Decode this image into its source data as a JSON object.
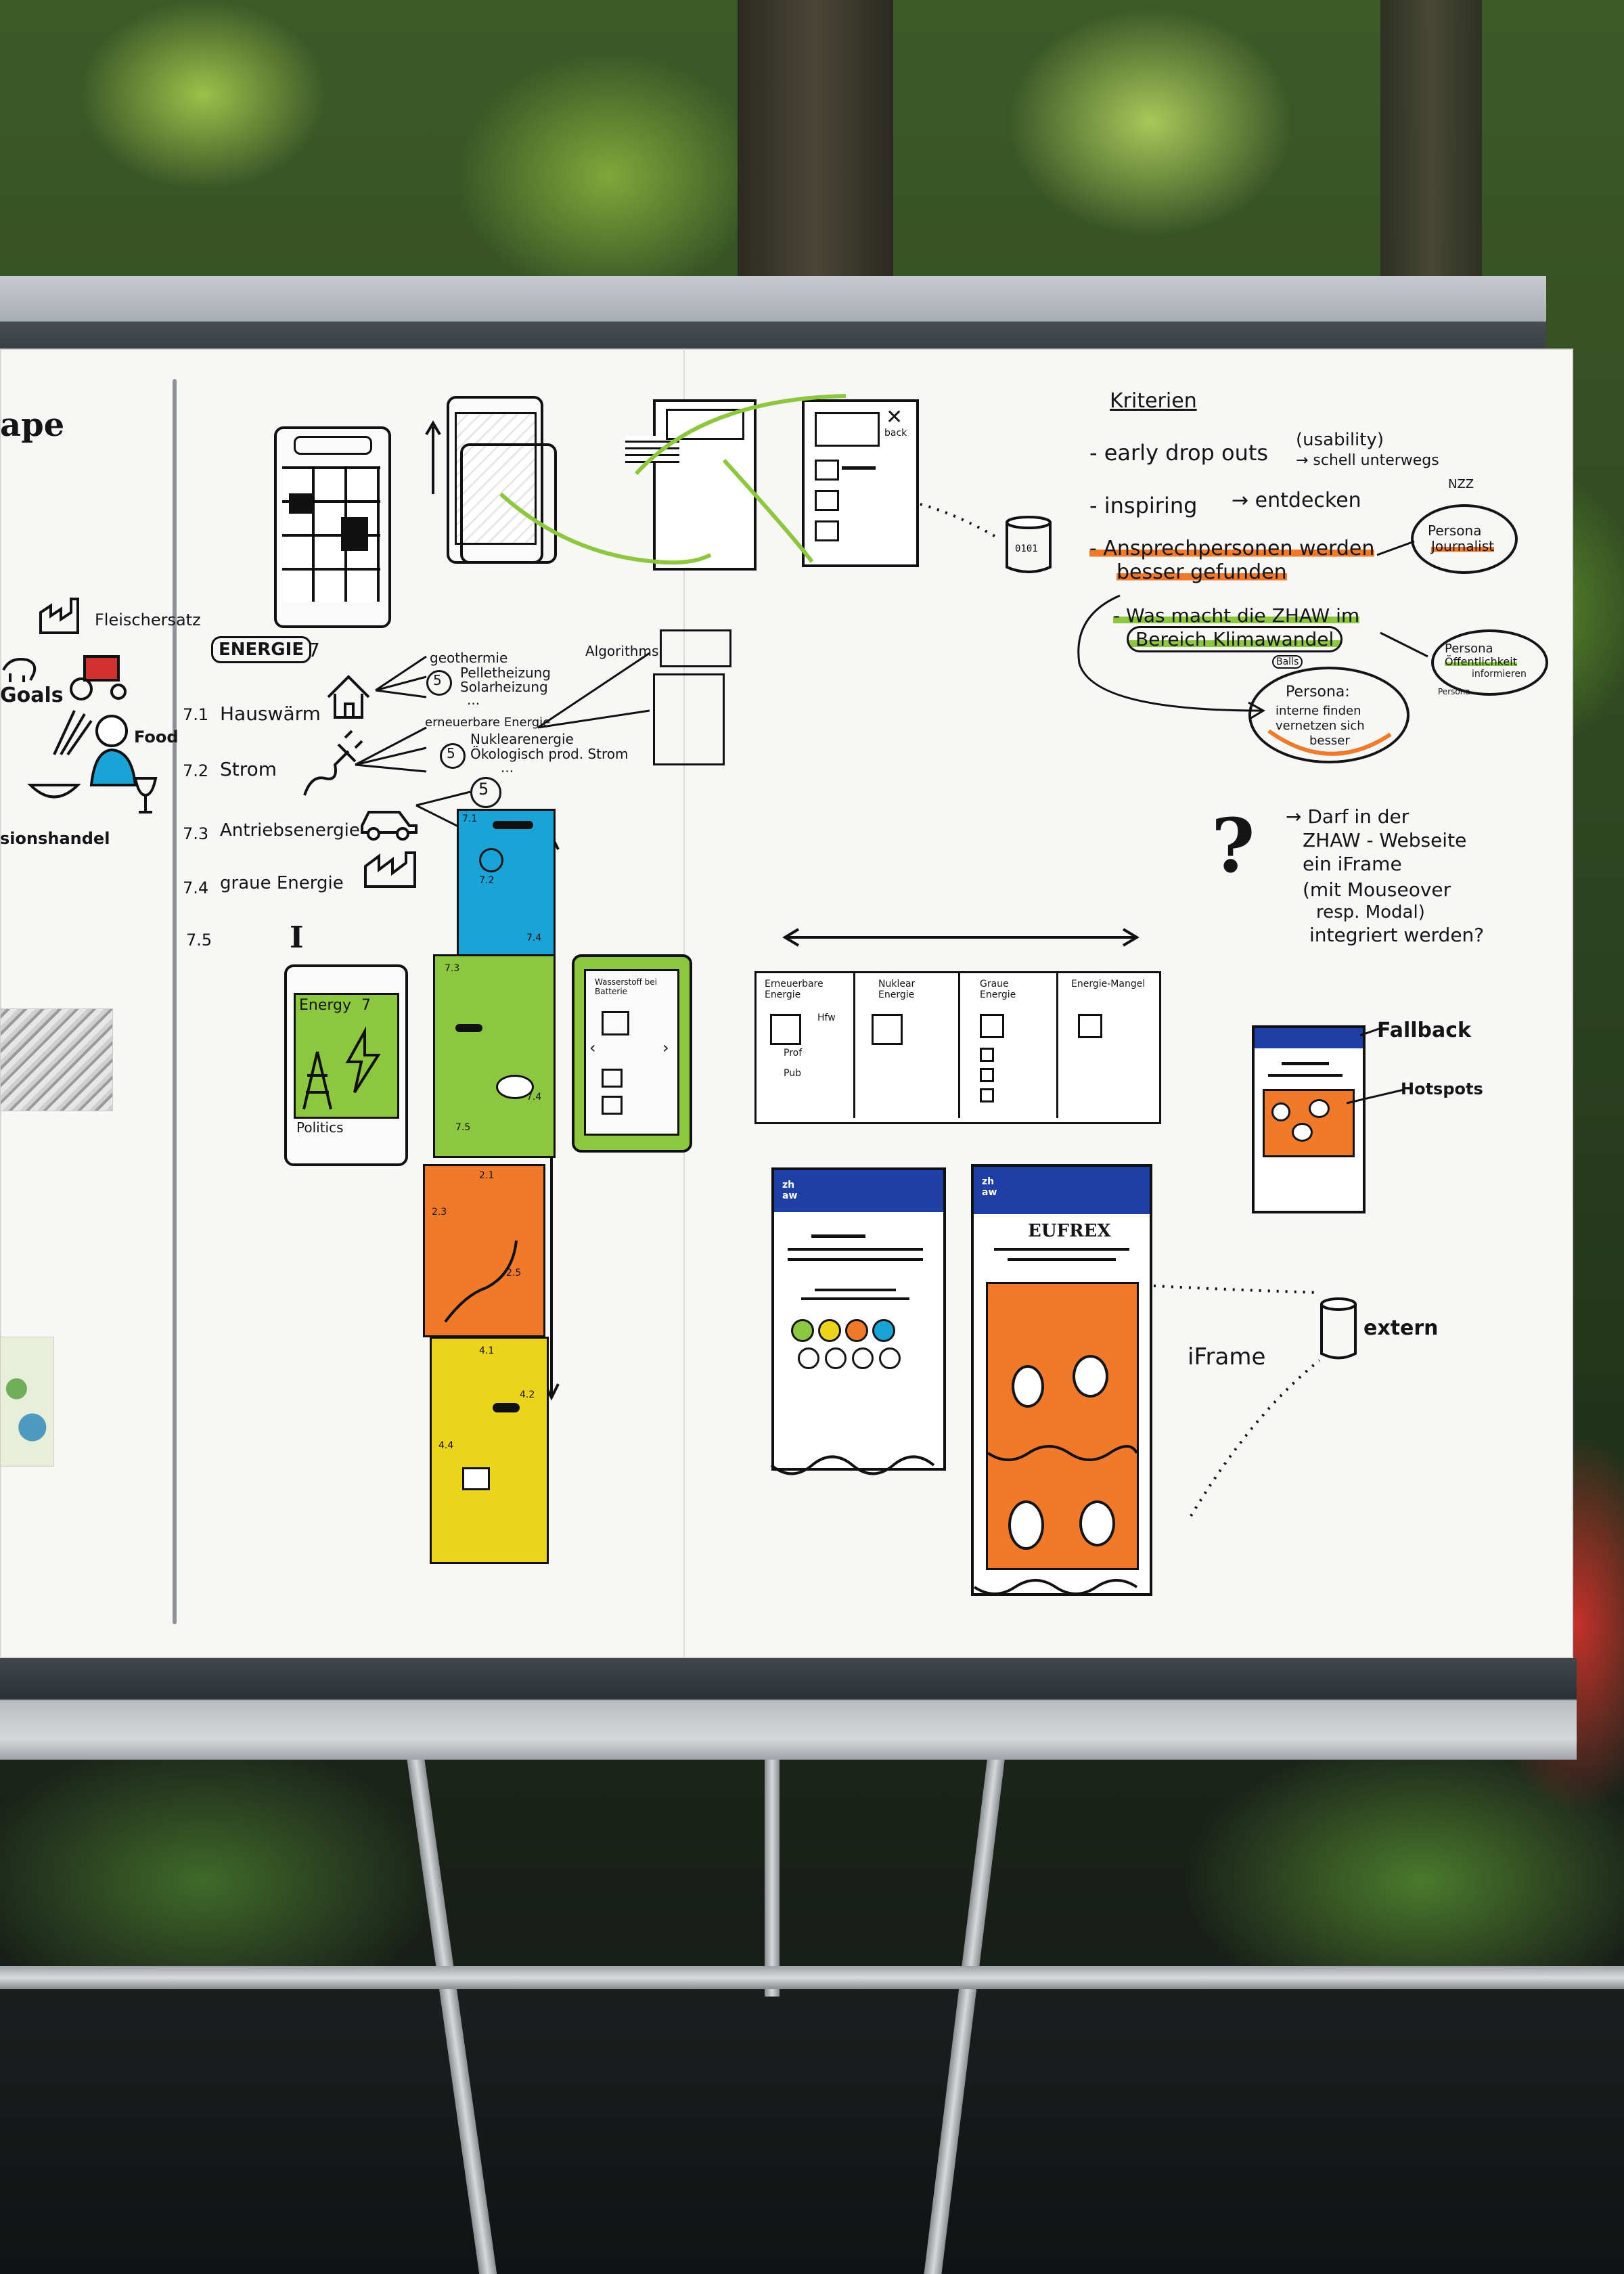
{
  "colors": {
    "blue": "#1aa3d6",
    "green": "#8dc63f",
    "orange": "#f07a2a",
    "yellow": "#ecd31c",
    "navy": "#1e3fa6"
  },
  "left_panel": {
    "title_fragment": "ape",
    "fleischersatz": "Fleischersatz",
    "goals": "Goals",
    "food": "Food",
    "emissionshandel": "sionshandel"
  },
  "energie_section": {
    "tag": "ENERGIE",
    "tag_number": "7",
    "rows": [
      {
        "code": "7.1",
        "label": "Hauswärm"
      },
      {
        "code": "7.2",
        "label": "Strom"
      },
      {
        "code": "7.3",
        "label": "Antriebsenergie"
      },
      {
        "code": "7.4",
        "label": "graue Energie"
      },
      {
        "code": "7.5",
        "label": ""
      }
    ],
    "house_heating_options": [
      "geothermie",
      "Pelletheizung",
      "Solarheizung",
      "..."
    ],
    "house_heating_count": "5",
    "power_options": [
      "erneuerbare Energie",
      "Nuklearenergie",
      "Ökologisch prod. Strom",
      "..."
    ],
    "power_count": "5",
    "algorithms": "Algorithms",
    "strip_top_count": "5",
    "roman_one": "I"
  },
  "phone_energy": {
    "title": "Energy",
    "number": "7",
    "label": "Politics"
  },
  "phone_green_list": {
    "heading": "Wasserstoff bei Batterie"
  },
  "strip_labels": {
    "blue": [
      "7.1",
      "7.2",
      "7.4"
    ],
    "green": [
      "7.3",
      "7.5",
      "7.4"
    ],
    "orange": [
      "2.1",
      "2.3",
      "2.5"
    ],
    "yellow": [
      "4.1",
      "4.2",
      "4.4"
    ]
  },
  "overview_table": {
    "columns": [
      "Erneuerbare Energie",
      "Nuklear Energie",
      "Graue Energie",
      "Energie-Mangel"
    ],
    "row_labels": [
      "Hfw",
      "Prof",
      "Pub"
    ]
  },
  "kriterien": {
    "heading": "Kriterien",
    "items": [
      {
        "text": "- early drop outs",
        "note": "(usability)",
        "sub": "→ schell unterwegs"
      },
      {
        "text": "- inspiring",
        "note": "→ entdecken",
        "sub": ""
      },
      {
        "text": "- Ansprechpersonen werden",
        "note": "",
        "sub": "besser gefunden"
      },
      {
        "text": "- Was macht die ZHAW im",
        "note": "",
        "sub": "Bereich Klimawandel"
      }
    ],
    "nzz": "NZZ",
    "persona_journalist": [
      "Persona",
      "Journalist"
    ],
    "persona_public": [
      "Persona",
      "Öffentlichkeit",
      "informieren"
    ],
    "persona_public_foot": "Persona",
    "persona_internal": [
      "Persona:",
      "interne finden",
      "vernetzen sich",
      "besser"
    ],
    "balls": "Balls"
  },
  "question": {
    "mark": "?",
    "lines": [
      "→ Darf in der",
      "ZHAW - Webseite",
      "ein iFrame",
      "(mit Mouseover",
      "resp. Modal)",
      "integriert werden?"
    ]
  },
  "fallback": {
    "label": "Fallback",
    "hotspots": "Hotspots"
  },
  "web_mockups": {
    "logo": "zh aw",
    "euforex": "EUFREX",
    "iframe": "iFrame",
    "extern": "extern"
  },
  "top_device_labels": {
    "back": "back"
  }
}
